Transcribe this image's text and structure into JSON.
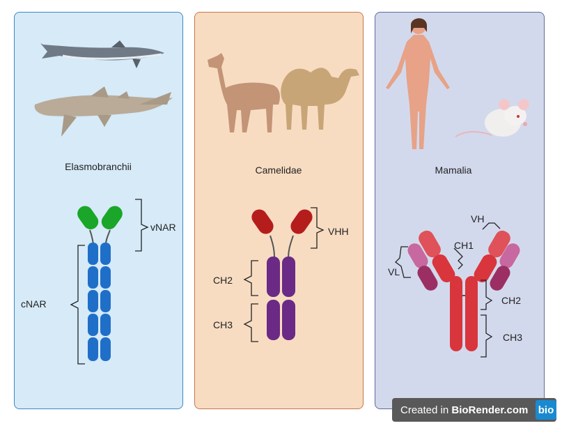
{
  "panels": [
    {
      "caption": "Elasmobranchii",
      "bg": "#d6eaf8",
      "border": "#3f86c4",
      "labels": {
        "variable": "vNAR",
        "constant": "cNAR"
      }
    },
    {
      "caption": "Camelidae",
      "bg": "#f7dcc2",
      "border": "#c9744a",
      "labels": {
        "variable": "VHH",
        "ch2": "CH2",
        "ch3": "CH3"
      }
    },
    {
      "caption": "Mamalia",
      "bg": "#d3d9ec",
      "border": "#5e6a9b",
      "labels": {
        "vh": "VH",
        "ch1": "CH1",
        "vl": "VL",
        "ch2": "CH2",
        "ch3": "CH3"
      }
    }
  ],
  "watermark": {
    "prefix": "Created in ",
    "brand": "BioRender.com",
    "logo": "bio"
  },
  "colors": {
    "green_domain": "#1aa628",
    "blue_domain": "#1f6fc8",
    "dark_red_domain": "#b51d1d",
    "purple_domain": "#6a2a85",
    "red_domain": "#d9353c",
    "pink_domain": "#c768a0"
  },
  "icons": [
    "shark-icon",
    "nurse-shark-icon",
    "llama-icon",
    "camel-icon",
    "human-icon",
    "mouse-icon"
  ]
}
